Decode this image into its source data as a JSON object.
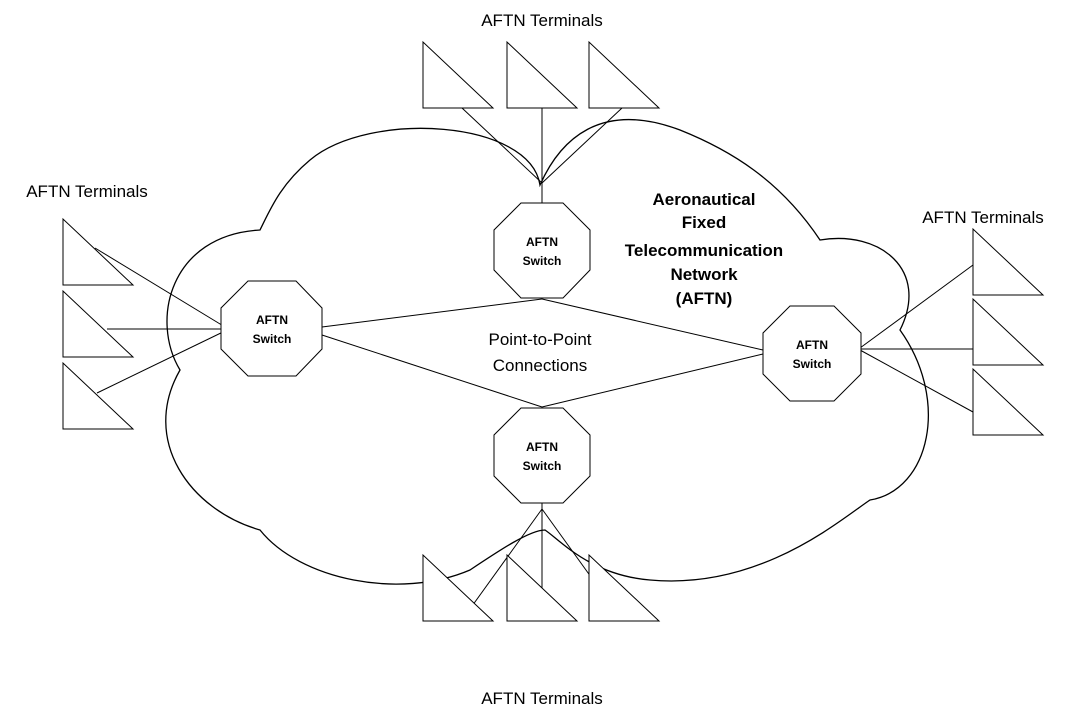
{
  "terminal_labels": {
    "top": "AFTN Terminals",
    "left": "AFTN Terminals",
    "right": "AFTN Terminals",
    "bottom": "AFTN Terminals"
  },
  "switches": {
    "top": [
      "AFTN",
      "Switch"
    ],
    "left": [
      "AFTN",
      "Switch"
    ],
    "right": [
      "AFTN",
      "Switch"
    ],
    "bottom": [
      "AFTN",
      "Switch"
    ]
  },
  "network_title": [
    "Aeronautical",
    "Fixed",
    "Telecommunication",
    "Network",
    "(AFTN)"
  ],
  "connections_label": [
    "Point-to-Point",
    "Connections"
  ],
  "colors": {
    "stroke": "#000000",
    "background": "#ffffff"
  }
}
